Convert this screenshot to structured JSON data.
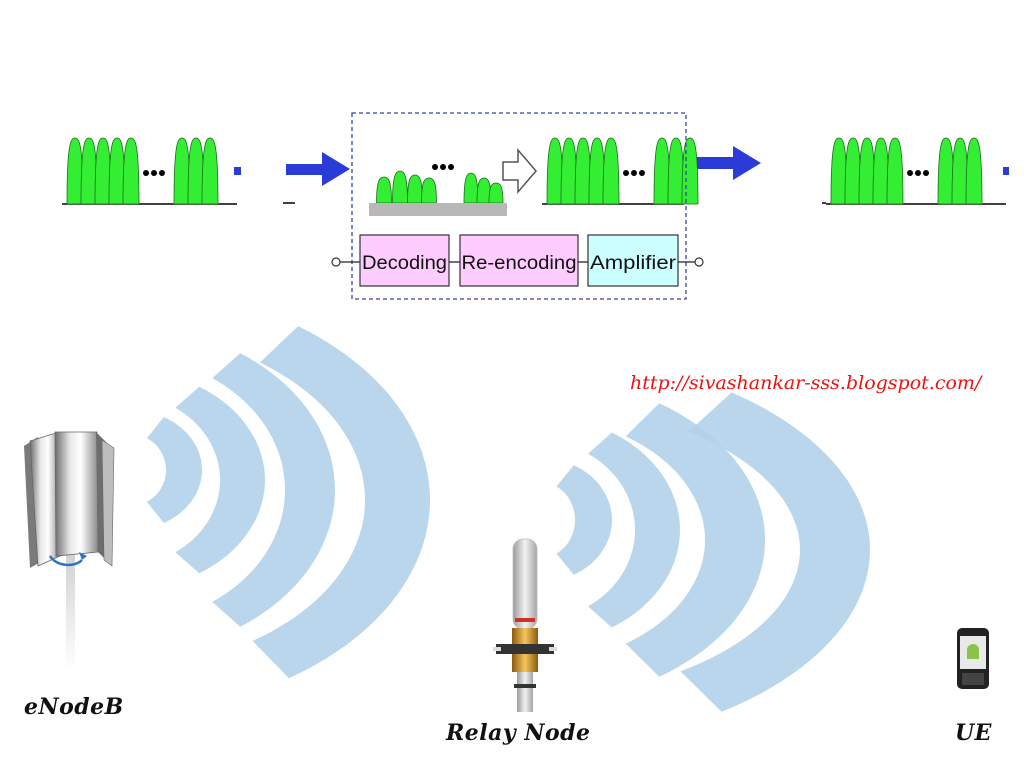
{
  "process_blocks": [
    {
      "label": "Decoding",
      "fill": "#ffccff"
    },
    {
      "label": "Re-encoding",
      "fill": "#ffccff"
    },
    {
      "label": "Amplifier",
      "fill": "#ccffff"
    }
  ],
  "labels": {
    "source_url": "http://sivashankar-sss.blogspot.com/",
    "enodeb": "eNodeB",
    "relay_node": "Relay Node",
    "ue": "UE"
  },
  "colors": {
    "signal_green": "#33ee33",
    "arrow_blue": "#2a3bd8",
    "wave_blue": "#b3d1ea",
    "relay_box_border": "#3344aa",
    "url_red": "#ee1111"
  }
}
